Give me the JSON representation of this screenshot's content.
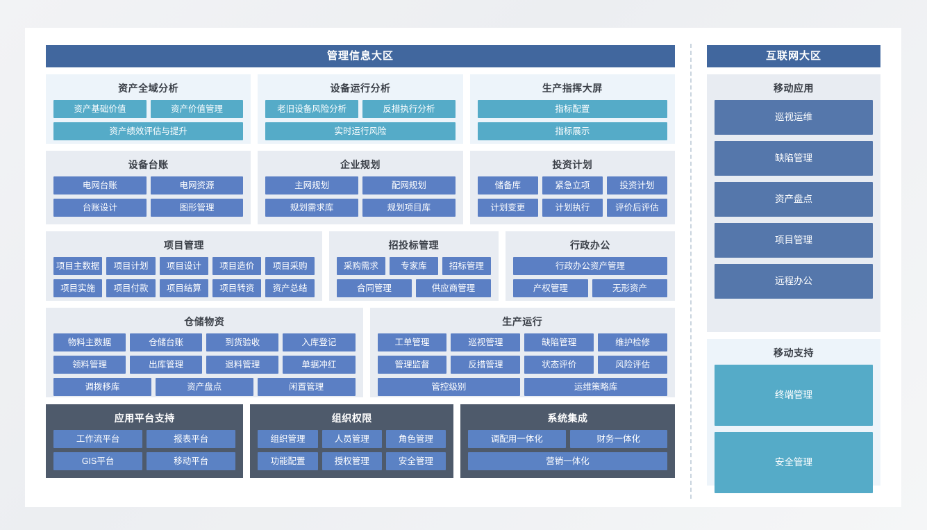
{
  "left_zone": {
    "header": "管理信息大区",
    "rows": [
      {
        "groups": [
          {
            "title": "资产全域分析",
            "style": "teal",
            "flex": 3,
            "tile_rows": [
              {
                "tiles": [
                  {
                    "label": "资产基础价值"
                  },
                  {
                    "label": "资产价值管理"
                  }
                ]
              },
              {
                "tiles": [
                  {
                    "label": "资产绩效评估与提升"
                  }
                ]
              }
            ]
          },
          {
            "title": "设备运行分析",
            "style": "teal",
            "flex": 3,
            "tile_rows": [
              {
                "tiles": [
                  {
                    "label": "老旧设备风险分析"
                  },
                  {
                    "label": "反措执行分析"
                  }
                ]
              },
              {
                "tiles": [
                  {
                    "label": "实时运行风险"
                  }
                ]
              }
            ]
          },
          {
            "title": "生产指挥大屏",
            "style": "teal",
            "flex": 3,
            "tile_rows": [
              {
                "tiles": [
                  {
                    "label": "指标配置"
                  }
                ]
              },
              {
                "tiles": [
                  {
                    "label": "指标展示"
                  }
                ]
              }
            ]
          }
        ]
      },
      {
        "groups": [
          {
            "title": "设备台账",
            "style": "blue",
            "flex": 3,
            "tile_rows": [
              {
                "tiles": [
                  {
                    "label": "电网台账"
                  },
                  {
                    "label": "电网资源"
                  }
                ]
              },
              {
                "tiles": [
                  {
                    "label": "台账设计"
                  },
                  {
                    "label": "图形管理"
                  }
                ]
              }
            ]
          },
          {
            "title": "企业规划",
            "style": "blue",
            "flex": 3,
            "tile_rows": [
              {
                "tiles": [
                  {
                    "label": "主网规划"
                  },
                  {
                    "label": "配网规划"
                  }
                ]
              },
              {
                "tiles": [
                  {
                    "label": "规划需求库"
                  },
                  {
                    "label": "规划项目库"
                  }
                ]
              }
            ]
          },
          {
            "title": "投资计划",
            "style": "blue",
            "flex": 3,
            "tile_rows": [
              {
                "tiles": [
                  {
                    "label": "储备库"
                  },
                  {
                    "label": "紧急立项"
                  },
                  {
                    "label": "投资计划"
                  }
                ]
              },
              {
                "tiles": [
                  {
                    "label": "计划变更"
                  },
                  {
                    "label": "计划执行"
                  },
                  {
                    "label": "评价后评估"
                  }
                ]
              }
            ]
          }
        ]
      },
      {
        "groups": [
          {
            "title": "项目管理",
            "style": "blue",
            "flex": 44,
            "tile_rows": [
              {
                "tiles": [
                  {
                    "label": "项目主数据"
                  },
                  {
                    "label": "项目计划"
                  },
                  {
                    "label": "项目设计"
                  },
                  {
                    "label": "项目造价"
                  },
                  {
                    "label": "项目采购"
                  }
                ]
              },
              {
                "tiles": [
                  {
                    "label": "项目实施"
                  },
                  {
                    "label": "项目付款"
                  },
                  {
                    "label": "项目结算"
                  },
                  {
                    "label": "项目转资"
                  },
                  {
                    "label": "资产总结"
                  }
                ]
              }
            ]
          },
          {
            "title": "招投标管理",
            "style": "blue",
            "flex": 26,
            "tile_rows": [
              {
                "tiles": [
                  {
                    "label": "采购需求"
                  },
                  {
                    "label": "专家库"
                  },
                  {
                    "label": "招标管理"
                  }
                ]
              },
              {
                "tiles": [
                  {
                    "label": "合同管理"
                  },
                  {
                    "label": "供应商管理"
                  }
                ]
              }
            ]
          },
          {
            "title": "行政办公",
            "style": "blue",
            "flex": 26,
            "tile_rows": [
              {
                "tiles": [
                  {
                    "label": "行政办公资产管理"
                  }
                ]
              },
              {
                "tiles": [
                  {
                    "label": "产权管理"
                  },
                  {
                    "label": "无形资产"
                  }
                ]
              }
            ]
          }
        ]
      },
      {
        "groups": [
          {
            "title": "仓储物资",
            "style": "blue",
            "flex": 51,
            "tile_rows": [
              {
                "tiles": [
                  {
                    "label": "物料主数据"
                  },
                  {
                    "label": "仓储台账"
                  },
                  {
                    "label": "到货验收"
                  },
                  {
                    "label": "入库登记"
                  }
                ]
              },
              {
                "tiles": [
                  {
                    "label": "领料管理"
                  },
                  {
                    "label": "出库管理"
                  },
                  {
                    "label": "退料管理"
                  },
                  {
                    "label": "单据冲红"
                  }
                ]
              },
              {
                "tiles": [
                  {
                    "label": "调拨移库"
                  },
                  {
                    "label": "资产盘点"
                  },
                  {
                    "label": "闲置管理"
                  }
                ]
              }
            ]
          },
          {
            "title": "生产运行",
            "style": "blue",
            "flex": 49,
            "tile_rows": [
              {
                "tiles": [
                  {
                    "label": "工单管理"
                  },
                  {
                    "label": "巡视管理"
                  },
                  {
                    "label": "缺陷管理"
                  },
                  {
                    "label": "维护检修"
                  }
                ]
              },
              {
                "tiles": [
                  {
                    "label": "管理监督"
                  },
                  {
                    "label": "反措管理"
                  },
                  {
                    "label": "状态评价"
                  },
                  {
                    "label": "风险评估"
                  }
                ]
              },
              {
                "tiles": [
                  {
                    "label": "管控级别"
                  },
                  {
                    "label": "运维策略库"
                  }
                ]
              }
            ]
          }
        ]
      },
      {
        "groups": [
          {
            "title": "应用平台支持",
            "style": "dark",
            "flex": 32,
            "tile_rows": [
              {
                "tiles": [
                  {
                    "label": "工作流平台"
                  },
                  {
                    "label": "报表平台"
                  }
                ]
              },
              {
                "tiles": [
                  {
                    "label": "GIS平台"
                  },
                  {
                    "label": "移动平台"
                  }
                ]
              }
            ]
          },
          {
            "title": "组织权限",
            "style": "dark",
            "flex": 33,
            "tile_rows": [
              {
                "tiles": [
                  {
                    "label": "组织管理"
                  },
                  {
                    "label": "人员管理"
                  },
                  {
                    "label": "角色管理"
                  }
                ]
              },
              {
                "tiles": [
                  {
                    "label": "功能配置"
                  },
                  {
                    "label": "授权管理"
                  },
                  {
                    "label": "安全管理"
                  }
                ]
              }
            ]
          },
          {
            "title": "系统集成",
            "style": "dark",
            "flex": 35,
            "tile_rows": [
              {
                "tiles": [
                  {
                    "label": "调配用一体化"
                  },
                  {
                    "label": "财务一体化"
                  }
                ]
              },
              {
                "tiles": [
                  {
                    "label": "营销一体化"
                  }
                ]
              }
            ]
          }
        ]
      }
    ]
  },
  "right_zone": {
    "header": "互联网大区",
    "groups": [
      {
        "title": "移动应用",
        "style": "blue",
        "tiles": [
          {
            "label": "巡视运维"
          },
          {
            "label": "缺陷管理"
          },
          {
            "label": "资产盘点"
          },
          {
            "label": "项目管理"
          },
          {
            "label": "远程办公"
          }
        ]
      },
      {
        "title": "移动支持",
        "style": "teal",
        "tiles": [
          {
            "label": "终端管理"
          },
          {
            "label": "安全管理"
          }
        ]
      }
    ]
  },
  "colors": {
    "zone_header": "#41679e",
    "tile_teal": "#55abc8",
    "tile_blue": "#5b7fc4",
    "panel_dark": "#4e5a6b",
    "panel_teal_bg": "#edf4fa",
    "panel_blue_bg": "#e8ecf2",
    "divider": "#c9d4de"
  }
}
